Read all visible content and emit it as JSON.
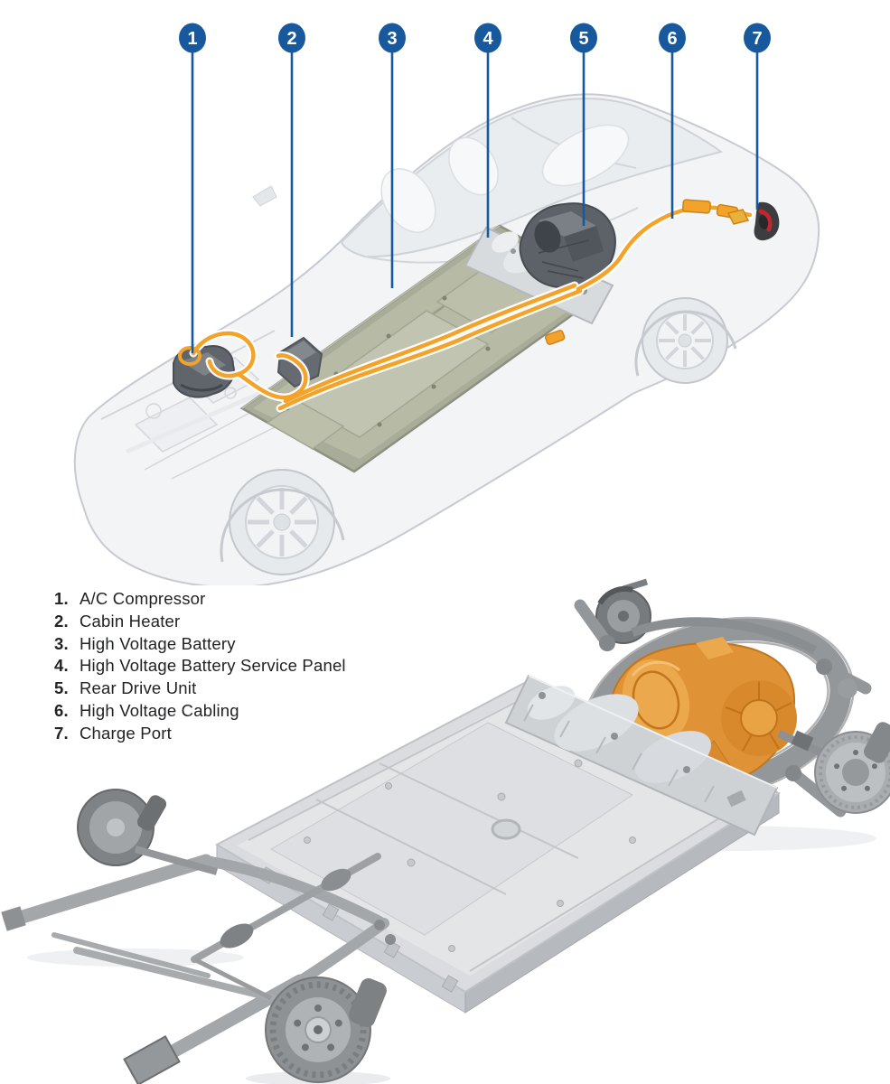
{
  "figure": {
    "callouts": [
      {
        "number": "1",
        "label": "A/C Compressor"
      },
      {
        "number": "2",
        "label": "Cabin Heater"
      },
      {
        "number": "3",
        "label": "High Voltage Battery"
      },
      {
        "number": "4",
        "label": "High Voltage Battery Service Panel"
      },
      {
        "number": "5",
        "label": "Rear Drive Unit"
      },
      {
        "number": "6",
        "label": "High Voltage Cabling"
      },
      {
        "number": "7",
        "label": "Charge Port"
      }
    ],
    "legend": {
      "items": [
        {
          "number": "1.",
          "label": "A/C Compressor"
        },
        {
          "number": "2.",
          "label": "Cabin Heater"
        },
        {
          "number": "3.",
          "label": "High Voltage Battery"
        },
        {
          "number": "4.",
          "label": "High Voltage Battery Service Panel"
        },
        {
          "number": "5.",
          "label": "Rear Drive Unit"
        },
        {
          "number": "6.",
          "label": "High Voltage Cabling"
        },
        {
          "number": "7.",
          "label": "Charge Port"
        }
      ]
    }
  },
  "colors": {
    "callout_blue": "#17599c",
    "cable_orange": "#f3a22a",
    "battery_olive": "#a9ac98",
    "drive_orange": "#e09336",
    "port_red": "#c1272d",
    "page_bg": "#ffffff",
    "text": "#222325"
  }
}
